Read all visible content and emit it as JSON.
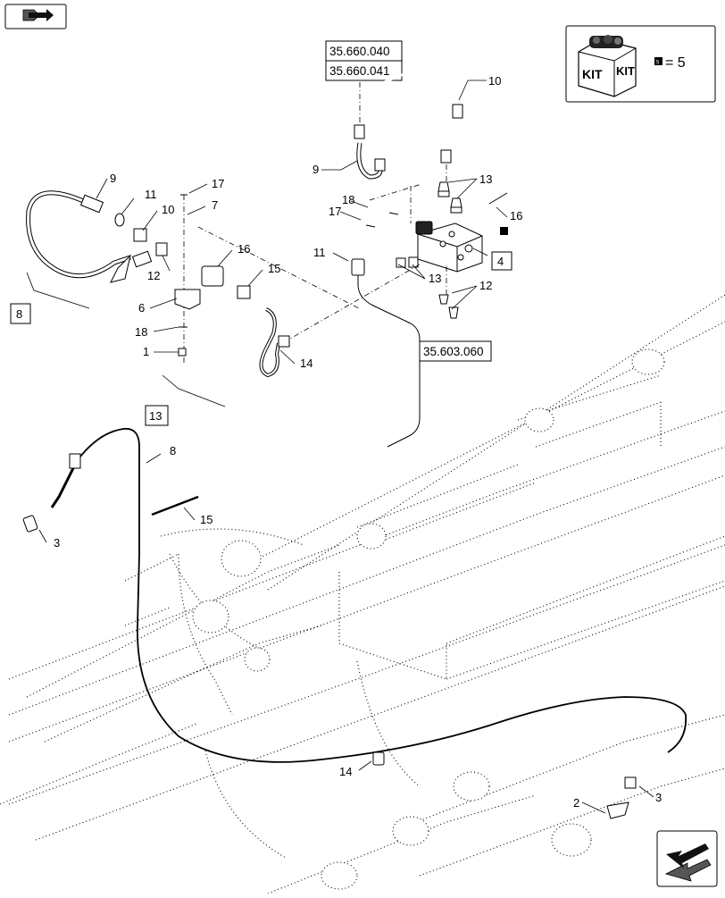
{
  "reference_boxes": {
    "ref_top_1": "35.660.040",
    "ref_top_2": "35.660.041",
    "ref_mid": "35.603.060"
  },
  "kit": {
    "label_1": "KIT",
    "label_2": "KIT",
    "equals_text": "= 5",
    "marker": "5"
  },
  "callouts": {
    "c10_top": "10",
    "c9_top": "9",
    "c13_top": "13",
    "c18_mid": "18",
    "c17_mid": "17",
    "c16_right": "16",
    "c11_mid": "11",
    "c4_box": "4",
    "c13_mid": "13",
    "c12_mid": "12",
    "c9_left": "9",
    "c11_left": "11",
    "c10_left": "10",
    "c17_left": "17",
    "c7_left": "7",
    "c16_left": "16",
    "c15_left": "15",
    "c12_left": "12",
    "c8_box": "8",
    "c6_left": "6",
    "c18_left": "18",
    "c1_left": "1",
    "c14_mid": "14",
    "c13_box": "13",
    "c8_cable": "8",
    "c15_cable": "15",
    "c3_left": "3",
    "c14_bottom": "14",
    "c2_bottom": "2",
    "c3_bottom": "3"
  },
  "icons": {
    "top_left": "book-arrow-icon",
    "bottom_right": "next-page-arrow-icon"
  }
}
